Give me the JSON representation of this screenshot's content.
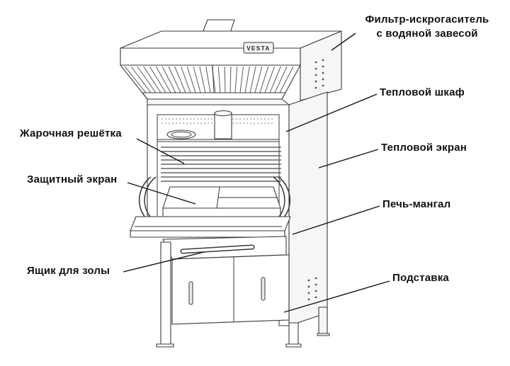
{
  "diagram": {
    "brand": "VESTA",
    "labels": {
      "filter_line1": "Фильтр-искрогаситель",
      "filter_line2": "с водяной завесой",
      "heat_cabinet": "Тепловой шкаф",
      "heat_screen": "Тепловой экран",
      "grill_grate": "Жарочная решётка",
      "protective_screen": "Защитный экран",
      "oven_grill": "Печь-мангал",
      "ash_drawer": "Ящик для золы",
      "stand": "Подставка"
    },
    "colors": {
      "line": "#3a3a3a",
      "label_text": "#111111",
      "background": "#ffffff"
    }
  }
}
